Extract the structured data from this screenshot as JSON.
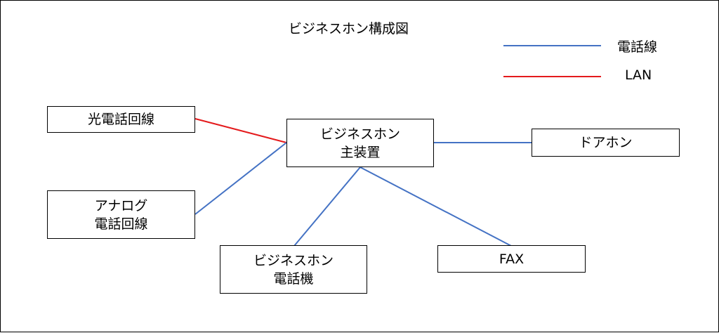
{
  "title": "ビジネスホン構成図",
  "legend": {
    "phone_line": {
      "label": "電話線",
      "color": "#4472c4"
    },
    "lan": {
      "label": "LAN",
      "color": "#e41a1c"
    }
  },
  "nodes": {
    "hikari": {
      "lines": [
        "光電話回線"
      ]
    },
    "analog": {
      "lines": [
        "アナログ",
        "電話回線"
      ]
    },
    "main": {
      "lines": [
        "ビジネスホン",
        "主装置"
      ]
    },
    "doorphone": {
      "lines": [
        "ドアホン"
      ]
    },
    "handset": {
      "lines": [
        "ビジネスホン",
        "電話機"
      ]
    },
    "fax": {
      "lines": [
        "FAX"
      ]
    }
  }
}
